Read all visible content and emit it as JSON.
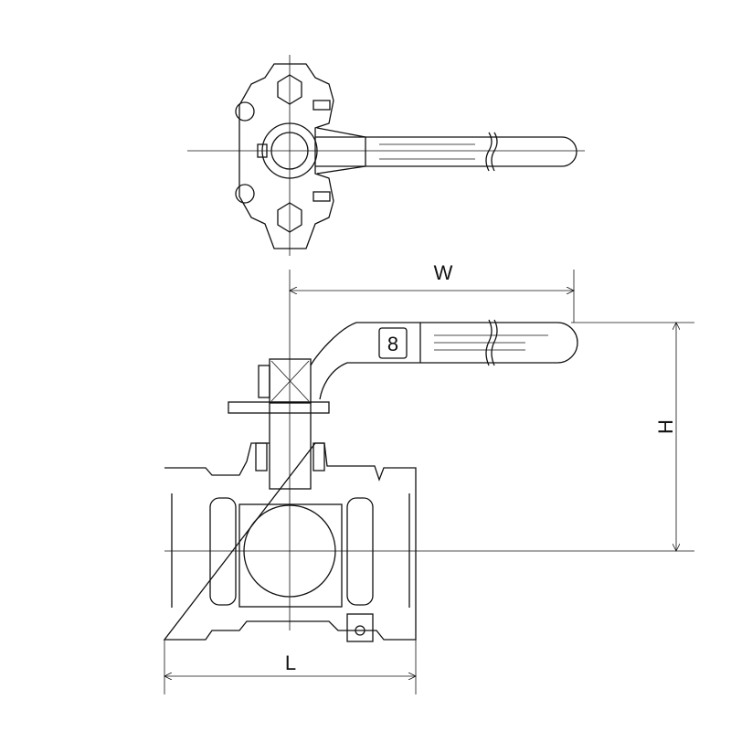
{
  "dimensions": {
    "width_label": "W",
    "height_label": "H",
    "length_label": "L"
  },
  "logo": {
    "text": "8"
  },
  "colors": {
    "line": "#111111",
    "background": "#ffffff"
  }
}
